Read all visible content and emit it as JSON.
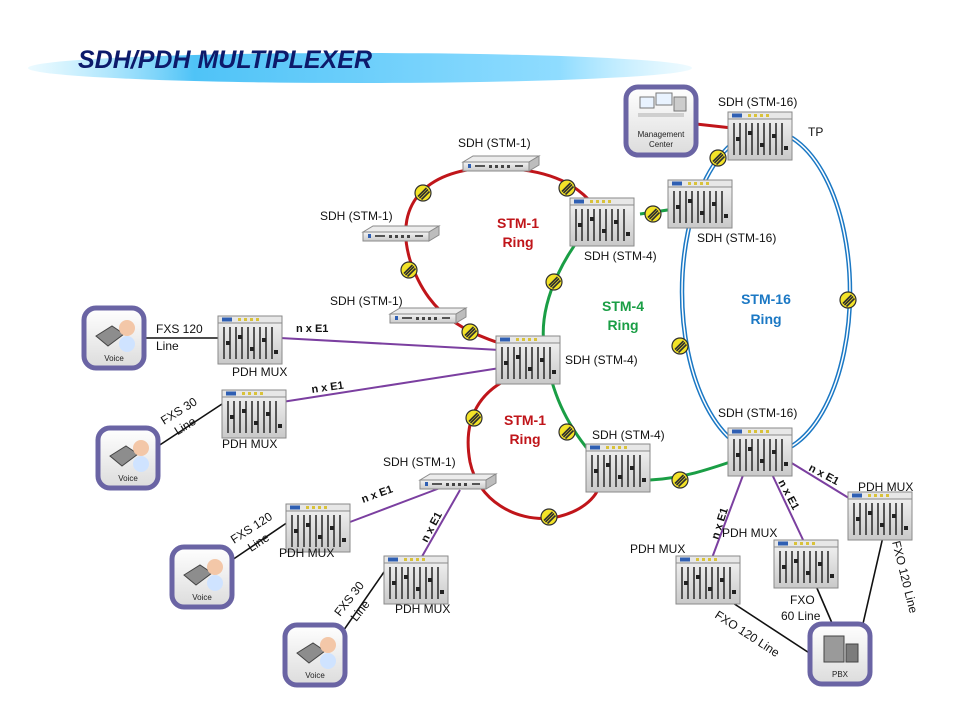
{
  "title": "SDH/PDH MULTIPLEXER",
  "rings": {
    "stm1_top": [
      "STM-1",
      "Ring"
    ],
    "stm4": [
      "STM-4",
      "Ring"
    ],
    "stm16": [
      "STM-16",
      "Ring"
    ],
    "stm1_bottom": [
      "STM-1",
      "Ring"
    ]
  },
  "nodes": {
    "sdh16_top": "SDH (STM-16)",
    "tp": "TP",
    "sdh1_top": "SDH (STM-1)",
    "sdh1_left": "SDH (STM-1)",
    "sdh4_top": "SDH (STM-4)",
    "sdh16_mid": "SDH (STM-16)",
    "sdh1_lower": "SDH (STM-1)",
    "sdh4_center": "SDH (STM-4)",
    "sdh16_bottom": "SDH (STM-16)",
    "sdh4_bottom": "SDH (STM-4)",
    "sdh1_bottom": "SDH (STM-1)"
  },
  "pdh_labels": {
    "p1": "PDH MUX",
    "p2": "PDH MUX",
    "p3": "PDH MUX",
    "p4": "PDH MUX",
    "p5": "PDH MUX",
    "p6": "PDH MUX",
    "p7": "PDH MUX"
  },
  "links": {
    "e1": "n x E1",
    "fxs120_a": [
      "FXS 120",
      "Line"
    ],
    "fxs30_a": [
      "FXS 30",
      "Line"
    ],
    "fxs120_b": [
      "FXS 120",
      "Line"
    ],
    "fxs30_b": [
      "FXS 30",
      "Line"
    ],
    "fxo60": [
      "FXO",
      "60 Line"
    ],
    "fxo120_left": "FXO 120 Line",
    "fxo120_right": "FXO 120 Line"
  },
  "icons": {
    "management": [
      "Management",
      "Center"
    ],
    "voice": "Voice",
    "pbx": "PBX"
  },
  "colors": {
    "stm1": "#c0151a",
    "stm4": "#1a9e45",
    "stm16": "#1b78c4",
    "e1": "#7b3fa0",
    "title": "#0d1a6b",
    "icon_frame": "#6a64a4"
  }
}
